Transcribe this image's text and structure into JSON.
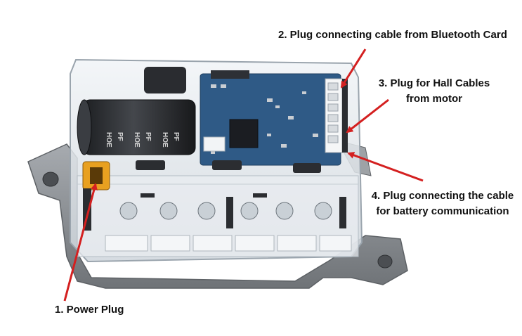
{
  "colors": {
    "arrow": "#d42020",
    "pcb": "#2f5a86",
    "housing": "#dfe5ea",
    "metal_base": "#8c9094",
    "power_plug": "#e8a020",
    "capacitor": "#2a2c30"
  },
  "callouts": {
    "power_plug": "1. Power Plug",
    "bluetooth": "2. Plug connecting cable from Bluetooth Card",
    "hall_line1": "3. Plug for Hall Cables",
    "hall_line2": "from motor",
    "battery_line1": "4. Plug connecting the cable",
    "battery_line2": "for battery communication"
  },
  "capacitor_text": [
    "HOE",
    "PF",
    "HOE",
    "PF",
    "HOE",
    "PF"
  ]
}
